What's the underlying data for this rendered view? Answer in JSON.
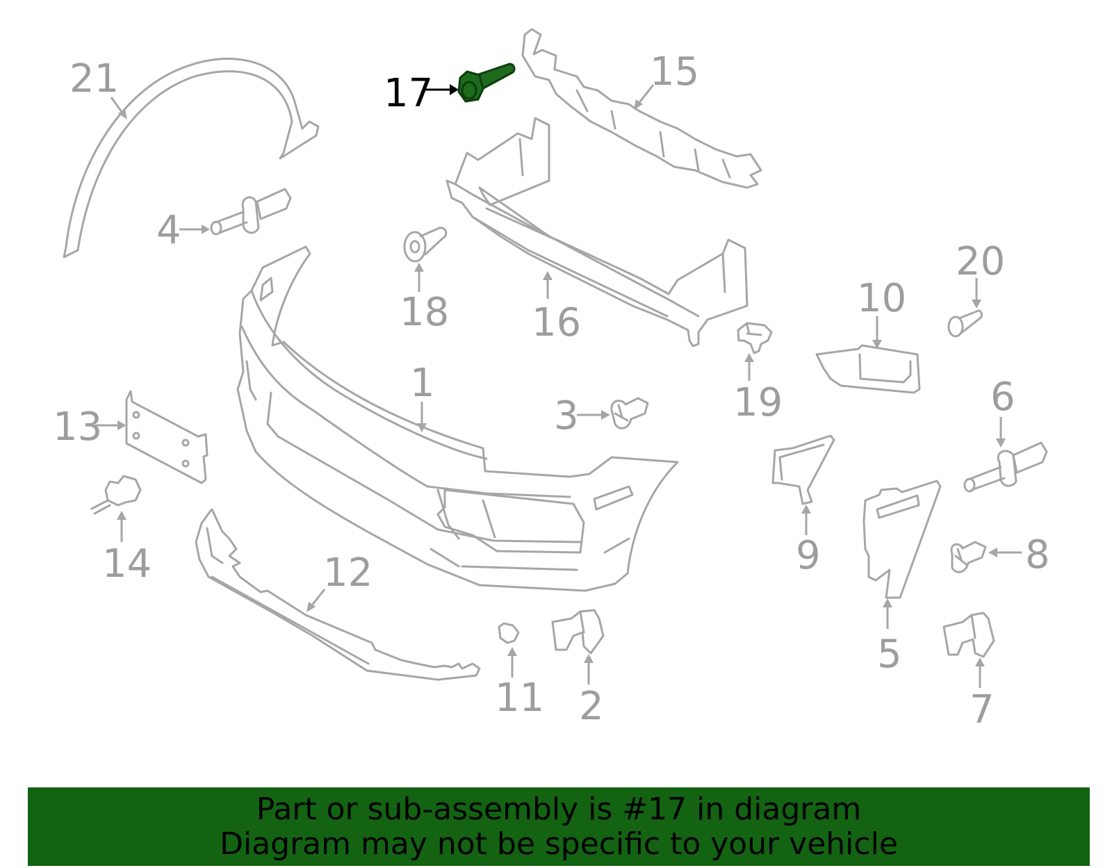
{
  "callouts": [
    {
      "id": "1",
      "label": "1"
    },
    {
      "id": "2",
      "label": "2"
    },
    {
      "id": "3",
      "label": "3"
    },
    {
      "id": "4",
      "label": "4"
    },
    {
      "id": "5",
      "label": "5"
    },
    {
      "id": "6",
      "label": "6"
    },
    {
      "id": "7",
      "label": "7"
    },
    {
      "id": "8",
      "label": "8"
    },
    {
      "id": "9",
      "label": "9"
    },
    {
      "id": "10",
      "label": "10"
    },
    {
      "id": "11",
      "label": "11"
    },
    {
      "id": "12",
      "label": "12"
    },
    {
      "id": "13",
      "label": "13"
    },
    {
      "id": "14",
      "label": "14"
    },
    {
      "id": "15",
      "label": "15"
    },
    {
      "id": "16",
      "label": "16"
    },
    {
      "id": "17",
      "label": "17"
    },
    {
      "id": "18",
      "label": "18"
    },
    {
      "id": "19",
      "label": "19"
    },
    {
      "id": "20",
      "label": "20"
    },
    {
      "id": "21",
      "label": "21"
    }
  ],
  "highlight": {
    "part": "17",
    "color": "#1e6b1e"
  },
  "banner": {
    "line1": "Part or sub-assembly is #17 in diagram",
    "line2": "Diagram may not be specific to your vehicle",
    "background": "#136313"
  }
}
